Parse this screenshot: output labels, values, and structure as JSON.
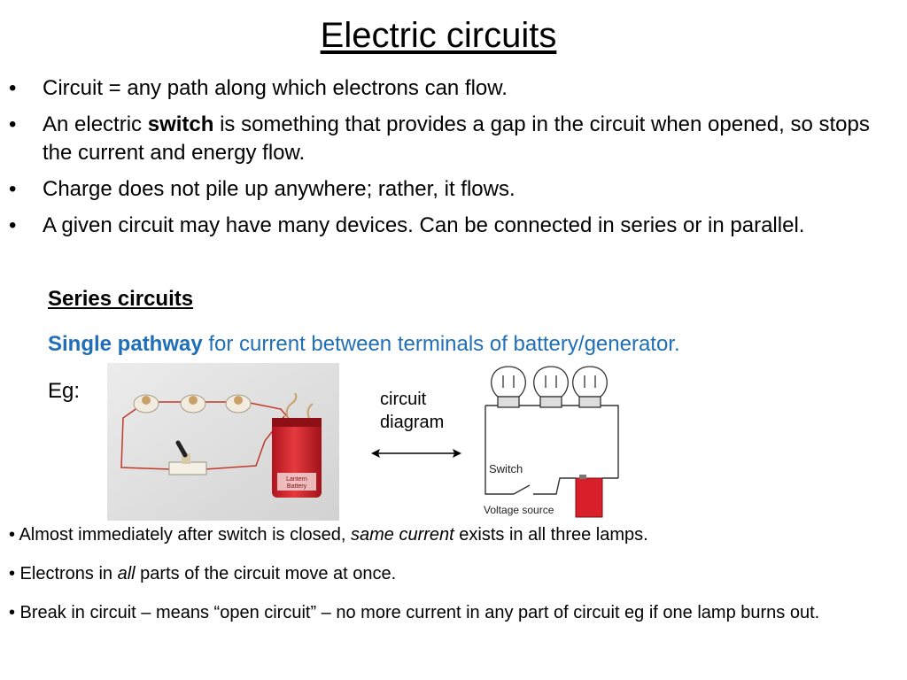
{
  "title": "Electric circuits",
  "bullet_char": "•",
  "bullets": [
    {
      "text": "Circuit = any path along which electrons can flow."
    },
    {
      "pre": "An electric ",
      "bold": "switch",
      "post": " is something that provides a gap in the circuit when opened, so stops the current and energy flow."
    },
    {
      "text": "Charge does not pile up anywhere; rather, it flows."
    },
    {
      "text": "A given circuit may have many devices. Can be connected in series or in parallel."
    }
  ],
  "series_heading": "Series circuits",
  "single_pathway": {
    "bold": "Single pathway",
    "rest": " for current between terminals of battery/generator."
  },
  "eg_label": "Eg:",
  "photo": {
    "battery_label_line1": "Lantern",
    "battery_label_line2": "Battery"
  },
  "diagram_label": {
    "line1": "circuit",
    "line2": "diagram"
  },
  "diagram": {
    "switch_label": "Switch",
    "voltage_label": "Voltage source"
  },
  "lower_bullets": [
    {
      "pre": "• Almost immediately after switch is closed, ",
      "italic": "same current",
      "post": " exists in all three lamps."
    },
    {
      "pre": "• Electrons in ",
      "italic": "all",
      "post": " parts of the circuit move at once."
    },
    {
      "pre": "• Break in circuit – means “open circuit” – no more current in any part of circuit eg if one lamp burns out."
    }
  ],
  "colors": {
    "accent_blue": "#1f6fb8",
    "battery_red": "#d81f2a",
    "wire_red": "#c0392b"
  }
}
